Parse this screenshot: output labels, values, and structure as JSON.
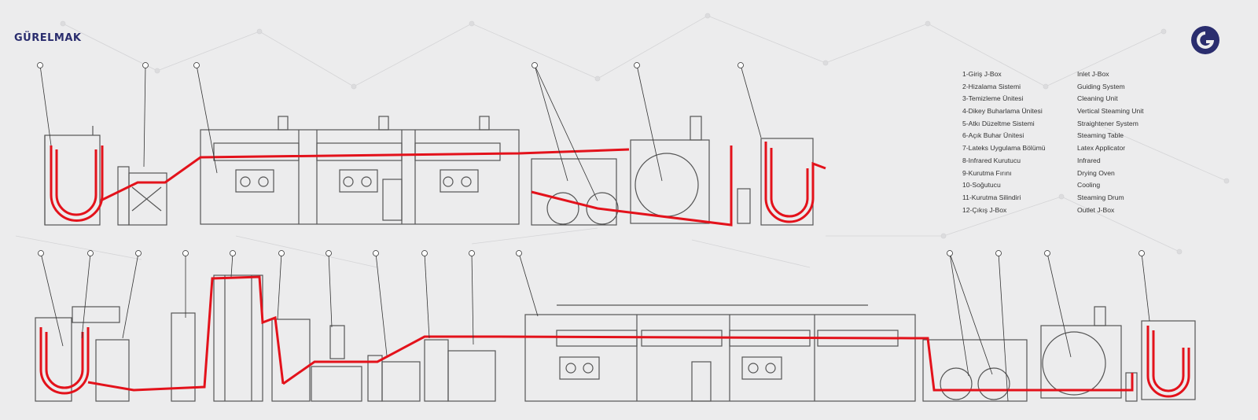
{
  "brand": {
    "name": "GÜRELMAK",
    "logo_icon": "g-circle-logo-icon",
    "colors": {
      "brand": "#2a2d6e",
      "line": "#e3121b",
      "machine": "#555555",
      "background": "#ececed"
    }
  },
  "legend": [
    {
      "tr": "1-Giriş J-Box",
      "en": "Inlet J-Box"
    },
    {
      "tr": "2-Hizalama Sistemi",
      "en": "Guiding System"
    },
    {
      "tr": "3-Temizleme Ünitesi",
      "en": "Cleaning Unit"
    },
    {
      "tr": "4-Dikey Buharlama Ünitesi",
      "en": "Vertical Steaming Unit"
    },
    {
      "tr": "5-Atkı Düzeltme Sistemi",
      "en": "Straightener System"
    },
    {
      "tr": "6-Açık Buhar Ünitesi",
      "en": "Steaming Table"
    },
    {
      "tr": "7-Lateks Uygulama Bölümü",
      "en": "Latex Applicator"
    },
    {
      "tr": "8-Infrared Kurutucu",
      "en": "Infrared"
    },
    {
      "tr": "9-Kurutma Fırını",
      "en": "Drying Oven"
    },
    {
      "tr": "10-Soğutucu",
      "en": "Cooling"
    },
    {
      "tr": "11-Kurutma Silindiri",
      "en": "Steaming Drum"
    },
    {
      "tr": "12-Çıkış J-Box",
      "en": "Outlet J-Box"
    }
  ]
}
